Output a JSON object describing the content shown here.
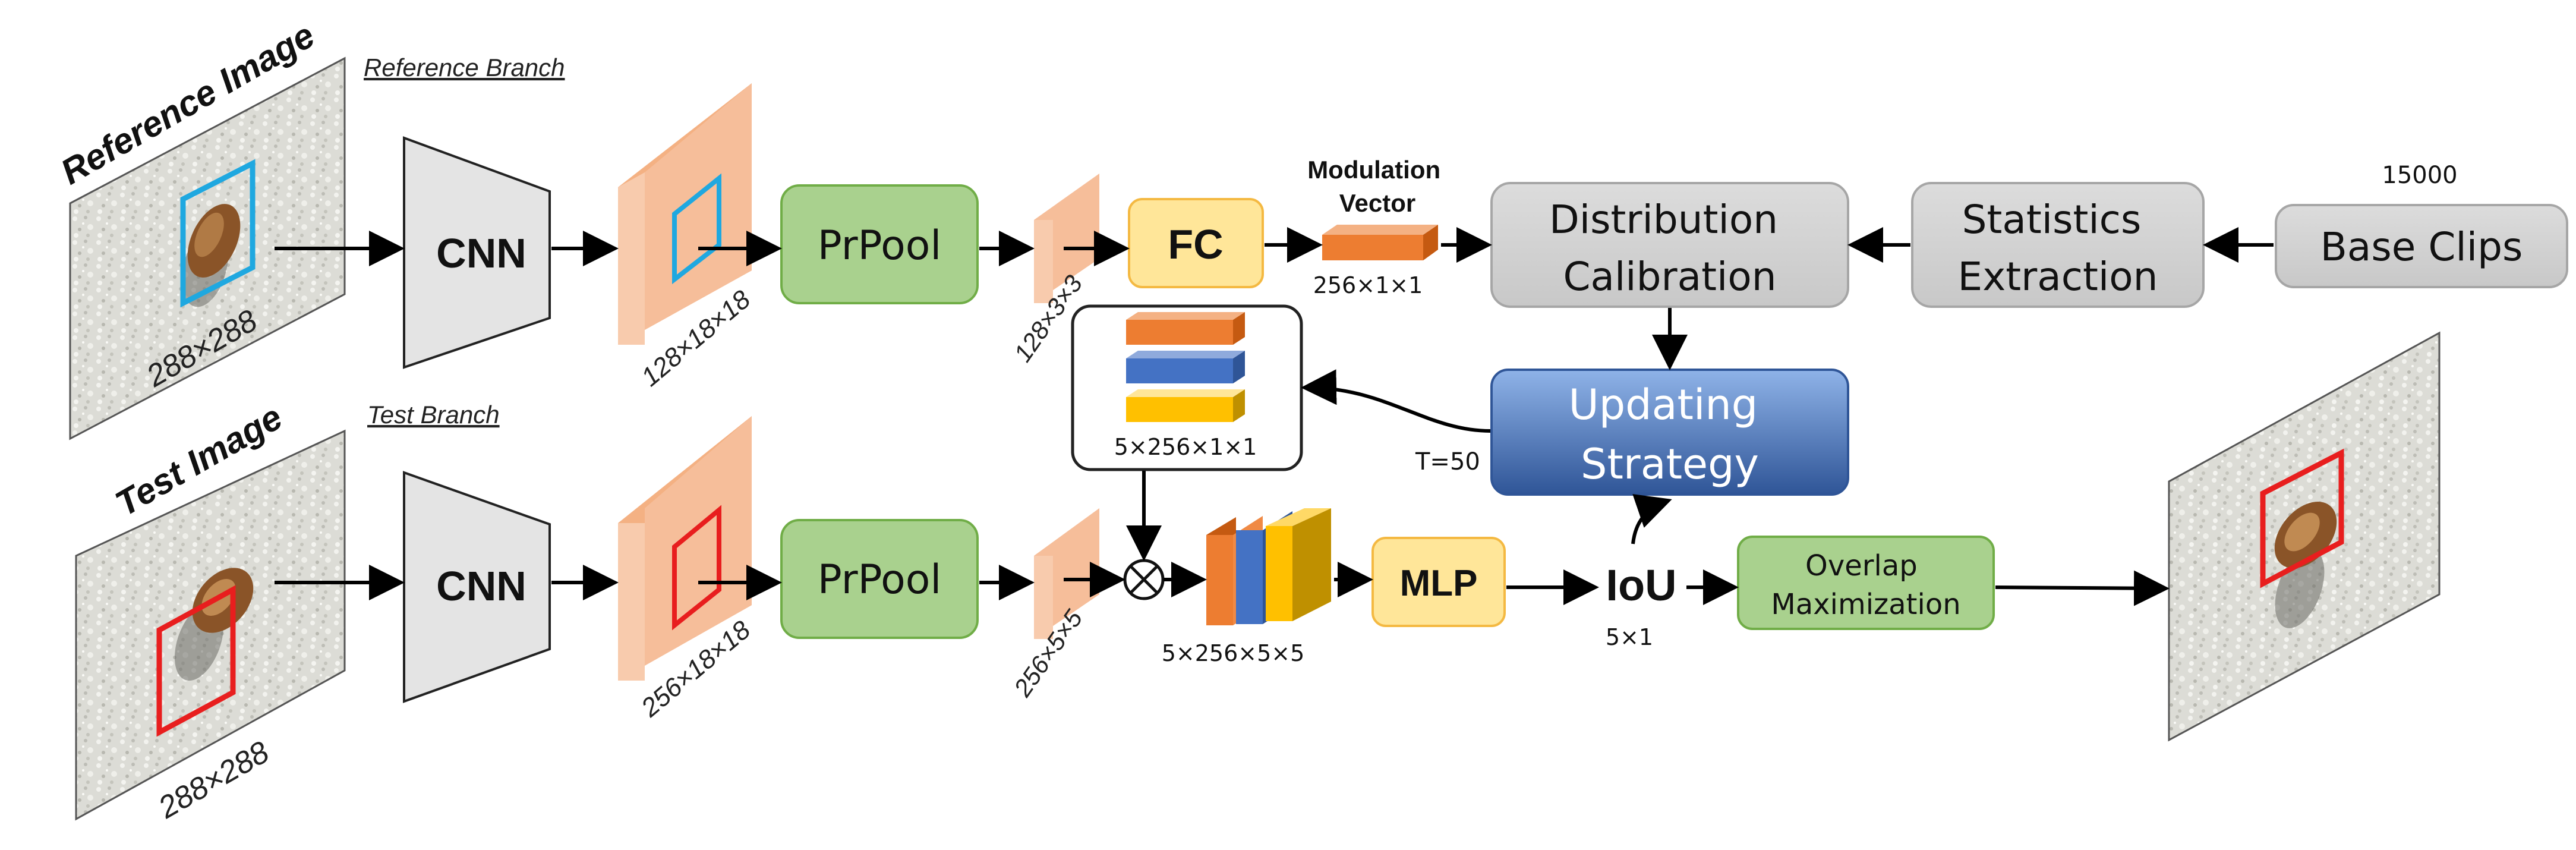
{
  "reference": {
    "title": "Reference Image",
    "branch": "Reference Branch",
    "size": "288×288",
    "cnn": "CNN",
    "feature_dim": "128×18×18",
    "prpool": "PrPool",
    "pooled_dim": "128×3×3",
    "fc": "FC",
    "modulation_label": "Modulation\nVector",
    "modulation_dim": "256×1×1"
  },
  "calibration": {
    "distribution": "Distribution\nCalibration",
    "statistics": "Statistics\nExtraction",
    "base_clips": "Base Clips",
    "base_count": "15000",
    "updating": "Updating\nStrategy",
    "updating_interval": "T=50",
    "bank_dim": "5×256×1×1"
  },
  "test": {
    "title": "Test Image",
    "branch": "Test Branch",
    "size": "288×288",
    "cnn": "CNN",
    "feature_dim": "256×18×18",
    "prpool": "PrPool",
    "pooled_dim": "256×5×5",
    "fused_dim": "5×256×5×5",
    "mlp": "MLP",
    "iou": "IoU",
    "iou_dim": "5×1",
    "overlap": "Overlap\nMaximization"
  },
  "colors": {
    "green": "#a9d18e",
    "green_border": "#70ad47",
    "gray": "#d0d0d0",
    "gray_border": "#a6a6a6",
    "blue_grad_top": "#8fb3e8",
    "blue_grad_bottom": "#2f5597",
    "yellow": "#ffe699",
    "yellow_border": "#f4b942",
    "feature": "#f8cbad",
    "orange": "#ed7d31",
    "blue": "#4472c4",
    "gold": "#ffc000",
    "ref_box": "#1fa8e0",
    "test_box": "#e81e1e"
  }
}
